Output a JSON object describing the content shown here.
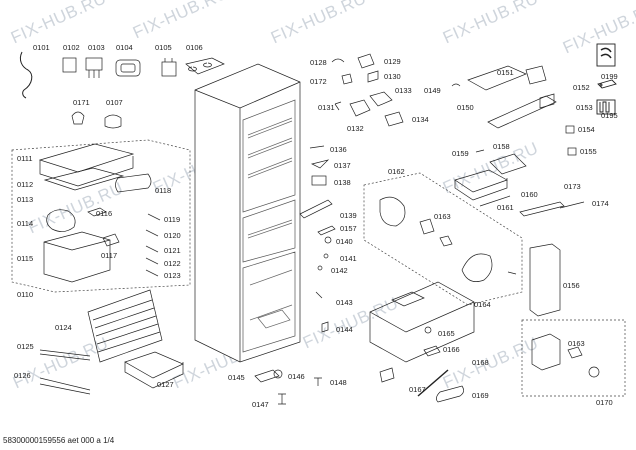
{
  "watermark": "FIX-HUB.RU",
  "footer": "58300000159556 aet 000 a 1/4",
  "labels": {
    "p0101": "0101",
    "p0102": "0102",
    "p0103": "0103",
    "p0104": "0104",
    "p0105": "0105",
    "p0106": "0106",
    "p0107": "0107",
    "p0171": "0171",
    "p0110": "0110",
    "p0111": "0111",
    "p0112": "0112",
    "p0113": "0113",
    "p0114": "0114",
    "p0115": "0115",
    "p0116": "0116",
    "p0117": "0117",
    "p0118": "0118",
    "p0119": "0119",
    "p0120": "0120",
    "p0121": "0121",
    "p0122": "0122",
    "p0123": "0123",
    "p0124": "0124",
    "p0125": "0125",
    "p0126": "0126",
    "p0127": "0127",
    "p0128": "0128",
    "p0129": "0129",
    "p0130": "0130",
    "p0131": "0131",
    "p0132": "0132",
    "p0133": "0133",
    "p0134": "0134",
    "p0136": "0136",
    "p0137": "0137",
    "p0138": "0138",
    "p0139": "0139",
    "p0140": "0140",
    "p0141": "0141",
    "p0142": "0142",
    "p0143": "0143",
    "p0144": "0144",
    "p0145": "0145",
    "p0146": "0146",
    "p0147": "0147",
    "p0148": "0148",
    "p0149": "0149",
    "p0150": "0150",
    "p0151": "0151",
    "p0152": "0152",
    "p0153": "0153",
    "p0154": "0154",
    "p0155": "0155",
    "p0156": "0156",
    "p0157": "0157",
    "p0158": "0158",
    "p0159": "0159",
    "p0160": "0160",
    "p0161": "0161",
    "p0162": "0162",
    "p0163": "0163",
    "p0163b": "0163",
    "p0164": "0164",
    "p0165": "0165",
    "p0166": "0166",
    "p0167": "0167",
    "p0168": "0168",
    "p0169": "0169",
    "p0170": "0170",
    "p0172": "0172",
    "p0173": "0173",
    "p0174": "0174",
    "p0195": "0195",
    "p0199": "0199"
  }
}
